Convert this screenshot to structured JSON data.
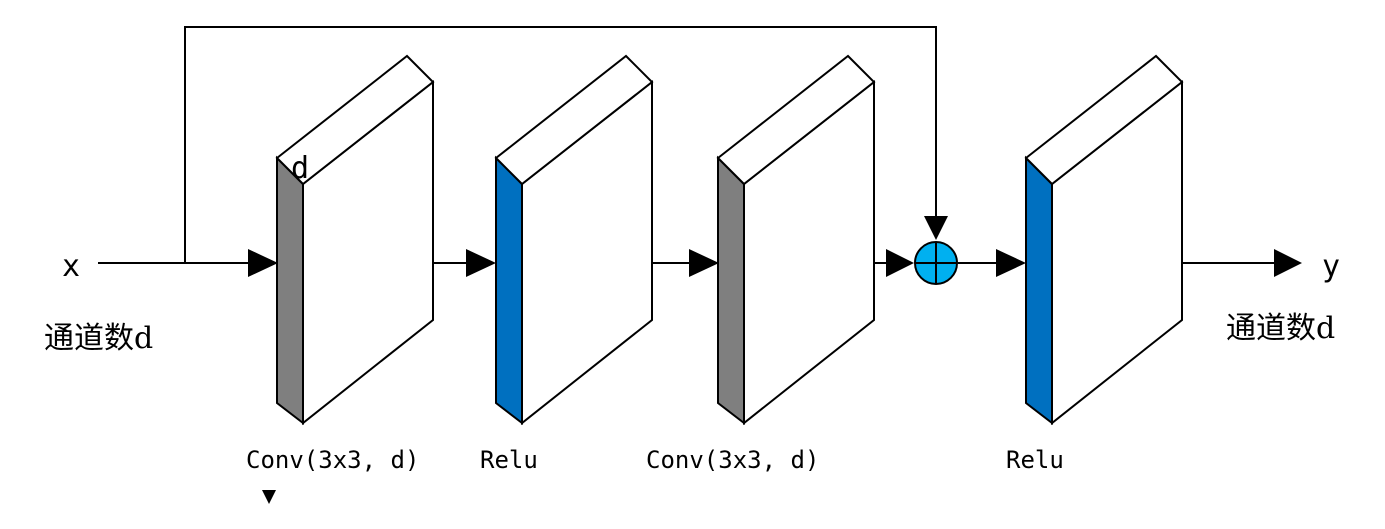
{
  "input": {
    "label": "x",
    "channels": "通道数d"
  },
  "output": {
    "label": "y",
    "channels": "通道数d"
  },
  "blocks": [
    {
      "label": "Conv(3x3, d)",
      "side_color": "#7f7f7f",
      "depth_label": "d"
    },
    {
      "label": "Relu",
      "side_color": "#0070c0"
    },
    {
      "label": "Conv(3x3, d)",
      "side_color": "#7f7f7f"
    },
    {
      "label": "Relu",
      "side_color": "#0070c0"
    }
  ],
  "add_node": {
    "fill": "#00b0f0",
    "symbol": "plus"
  },
  "colors": {
    "stroke": "#000000",
    "face": "#ffffff"
  }
}
